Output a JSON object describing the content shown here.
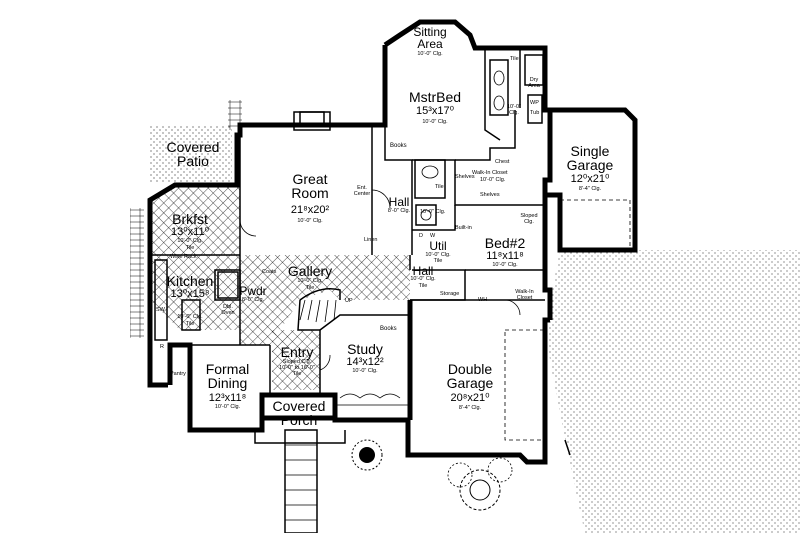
{
  "rooms": {
    "sitting": {
      "name": "Sitting",
      "name2": "Area",
      "clg": "10'-0\" Clg."
    },
    "mstr": {
      "name": "MstrBed",
      "dim": "15³x17⁰",
      "clg": "10'-0\" Clg."
    },
    "patio": {
      "name": "Covered",
      "name2": "Patio"
    },
    "great": {
      "name": "Great",
      "name2": "Room",
      "dim": "21⁸x20²",
      "clg": "10'-0\" Clg."
    },
    "brkfst": {
      "name": "Brkfst",
      "dim": "13⁰x11⁰",
      "clg": "10'-0\" Clg.",
      "tile": "Tile"
    },
    "kitchen": {
      "name": "Kitchen",
      "dim": "13⁰x15⁸",
      "clg": "10'-0\" Clg.",
      "tile": "Tile"
    },
    "gallery": {
      "name": "Gallery",
      "clg": "10'-0\" Clg.",
      "tile": "Tile"
    },
    "pwdr": {
      "name": "Pwdr",
      "clg": "8'-0\" Clg."
    },
    "hall": {
      "name": "Hall",
      "clg": "8'-0\" Clg."
    },
    "hall2": {
      "name": "Hall",
      "clg": "10'-0\" Clg.",
      "tile": "Tile"
    },
    "util": {
      "name": "Util",
      "clg": "10'-0\" Clg.",
      "tile": "Tile"
    },
    "bed2": {
      "name": "Bed#2",
      "dim": "11⁸x11⁸",
      "clg": "10'-0\" Clg."
    },
    "sgarage": {
      "name": "Single",
      "name2": "Garage",
      "dim": "12⁰x21⁰",
      "clg": "8'-4\" Clg."
    },
    "study": {
      "name": "Study",
      "dim": "14³x12²",
      "clg": "10'-0\" Clg."
    },
    "entry": {
      "name": "Entry",
      "clg": "Sloped Clg.",
      "clg2": "10'-0\" to 16'-0\"",
      "tile": "Tile"
    },
    "dining": {
      "name": "Formal",
      "name2": "Dining",
      "dim": "12³x11⁸",
      "clg": "10'-0\" Clg."
    },
    "porch": {
      "name": "Covered",
      "name2": "Porch"
    },
    "dgarage": {
      "name": "Double",
      "name2": "Garage",
      "dim": "20⁸x21⁰",
      "clg": "8'-4\" Clg."
    }
  },
  "notes": {
    "books": "Books",
    "books2": "Books",
    "ent_center": "Ent.",
    "ent_center2": "Center",
    "linen": "Linen",
    "chest": "Chest",
    "shelves": "Shelves",
    "shelves2": "Shelves",
    "walkin": "Walk-In Closet",
    "walkin_clg": "10'-0\" Clg.",
    "tile_bath": "Tile",
    "tile_bath2": "Tile",
    "dry_area": "Dry",
    "dry_area2": "Area",
    "clg_bath": "10'-0\"",
    "clg_bath2": "Clg.",
    "wp": "WP",
    "tub": "Tub",
    "sloped": "Sloped",
    "sloped2": "Clg.",
    "builtin": "Built-in",
    "bed2_walkin": "Walk-In",
    "bed2_walkin2": "Closet",
    "clg_10": "10'-0\" Clg.",
    "wine_rack": "Wine Rack",
    "coats": "Coats",
    "dbl_oven": "Dbl.",
    "dbl_oven2": "Oven",
    "storage": "Storage",
    "up": "UP",
    "pantry": "Pantry",
    "sw": "SW",
    "r": "R",
    "d": "D",
    "w": "W",
    "wh": "WH"
  },
  "colors": {
    "line": "#000000",
    "paper": "#ffffff"
  }
}
